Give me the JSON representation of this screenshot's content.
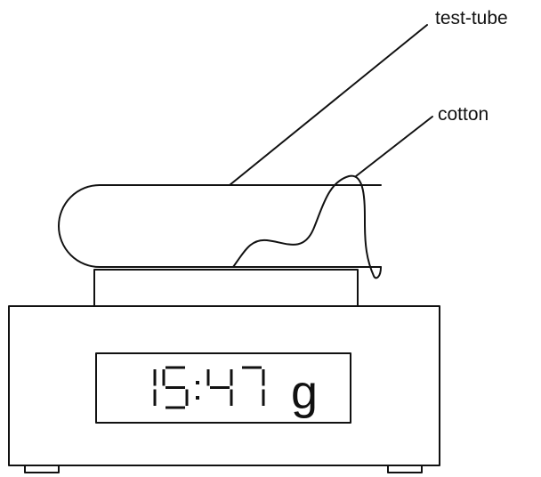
{
  "labels": {
    "test_tube": "test-tube",
    "cotton": "cotton"
  },
  "display": {
    "reading": "15:47",
    "unit": "g"
  }
}
